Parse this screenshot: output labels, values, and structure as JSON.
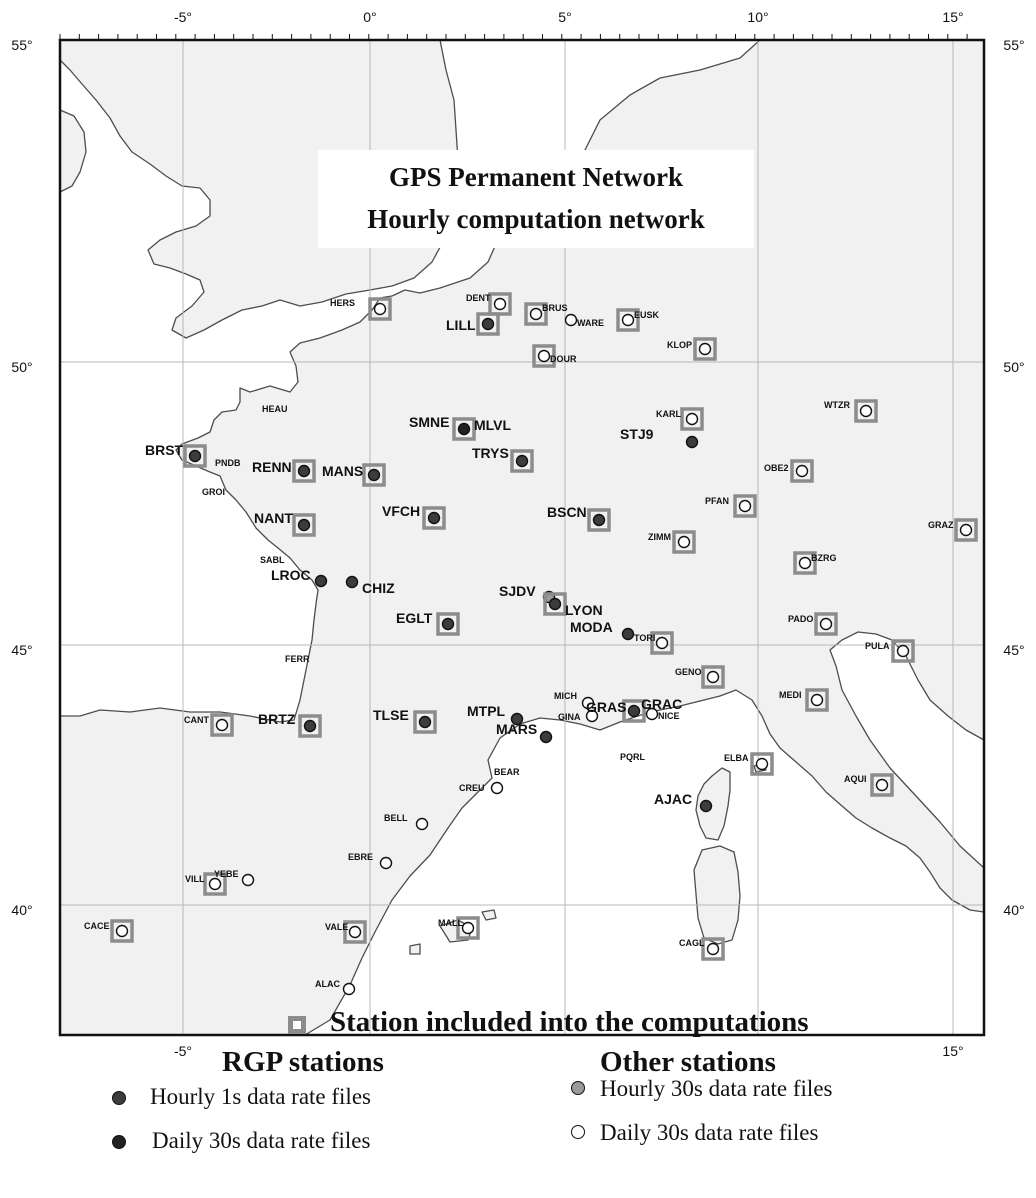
{
  "title": {
    "line1": "GPS Permanent Network",
    "line2": "Hourly computation network"
  },
  "axes": {
    "lon_ticks": [
      "-5°",
      "0°",
      "5°",
      "10°",
      "15°"
    ],
    "lat_ticks": [
      "55°",
      "50°",
      "45°",
      "40°"
    ]
  },
  "colors": {
    "land": "#f2f2f2",
    "sea": "#ffffff",
    "coast": "#555555",
    "grid": "#b8b8b8",
    "hourly_1s": "#3c3c3c",
    "daily_rgp": "#222222",
    "hourly_30s_other": "#9a9a9a",
    "daily_other": "#ffffff",
    "square": "#8c8c8c"
  },
  "stations": [
    {
      "code": "HERS",
      "type": "daily_other",
      "sq": true,
      "lbl": "small"
    },
    {
      "code": "DENT",
      "type": "daily_other",
      "sq": true,
      "lbl": "small"
    },
    {
      "code": "BRUS",
      "type": "daily_other",
      "sq": true,
      "lbl": "small"
    },
    {
      "code": "WARE",
      "type": "daily_other",
      "sq": false,
      "lbl": "small"
    },
    {
      "code": "EUSK",
      "type": "daily_other",
      "sq": true,
      "lbl": "small"
    },
    {
      "code": "LILL",
      "type": "hourly_1s",
      "sq": true,
      "lbl": "big"
    },
    {
      "code": "DOUR",
      "type": "daily_other",
      "sq": true,
      "lbl": "small"
    },
    {
      "code": "KLOP",
      "type": "daily_other",
      "sq": true,
      "lbl": "small"
    },
    {
      "code": "HEAU",
      "type": "none",
      "sq": false,
      "lbl": "small"
    },
    {
      "code": "WTZR",
      "type": "daily_other",
      "sq": true,
      "lbl": "small"
    },
    {
      "code": "KARL",
      "type": "daily_other",
      "sq": true,
      "lbl": "small"
    },
    {
      "code": "SMNE",
      "type": "daily_rgp",
      "sq": true,
      "lbl": "big"
    },
    {
      "code": "MLVL",
      "type": "none",
      "sq": false,
      "lbl": "big"
    },
    {
      "code": "STJ9",
      "type": "hourly_1s",
      "sq": false,
      "lbl": "big"
    },
    {
      "code": "BRST",
      "type": "hourly_1s",
      "sq": true,
      "lbl": "big"
    },
    {
      "code": "PNDB",
      "type": "none",
      "sq": false,
      "lbl": "small"
    },
    {
      "code": "RENN",
      "type": "hourly_1s",
      "sq": true,
      "lbl": "big"
    },
    {
      "code": "MANS",
      "type": "hourly_1s",
      "sq": true,
      "lbl": "big"
    },
    {
      "code": "TRYS",
      "type": "hourly_1s",
      "sq": true,
      "lbl": "big"
    },
    {
      "code": "OBE2",
      "type": "daily_other",
      "sq": true,
      "lbl": "small"
    },
    {
      "code": "GROI",
      "type": "none",
      "sq": false,
      "lbl": "small"
    },
    {
      "code": "PFAN",
      "type": "daily_other",
      "sq": true,
      "lbl": "small"
    },
    {
      "code": "NANT",
      "type": "hourly_1s",
      "sq": true,
      "lbl": "big"
    },
    {
      "code": "VFCH",
      "type": "hourly_1s",
      "sq": true,
      "lbl": "big"
    },
    {
      "code": "BSCN",
      "type": "hourly_1s",
      "sq": true,
      "lbl": "big"
    },
    {
      "code": "ZIMM",
      "type": "daily_other",
      "sq": true,
      "lbl": "small"
    },
    {
      "code": "GRAZ",
      "type": "daily_other",
      "sq": true,
      "lbl": "small"
    },
    {
      "code": "SABL",
      "type": "none",
      "sq": false,
      "lbl": "small"
    },
    {
      "code": "BZRG",
      "type": "daily_other",
      "sq": true,
      "lbl": "small"
    },
    {
      "code": "LROC",
      "type": "hourly_1s",
      "sq": false,
      "lbl": "big"
    },
    {
      "code": "CHIZ",
      "type": "hourly_1s",
      "sq": false,
      "lbl": "big"
    },
    {
      "code": "SJDV",
      "type": "hourly_30s_other",
      "sq": false,
      "lbl": "big"
    },
    {
      "code": "LYON",
      "type": "hourly_1s",
      "sq": true,
      "lbl": "big"
    },
    {
      "code": "EGLT",
      "type": "hourly_1s",
      "sq": true,
      "lbl": "big"
    },
    {
      "code": "PADO",
      "type": "daily_other",
      "sq": true,
      "lbl": "small"
    },
    {
      "code": "MODA",
      "type": "hourly_1s",
      "sq": false,
      "lbl": "big"
    },
    {
      "code": "TORI",
      "type": "daily_other",
      "sq": true,
      "lbl": "small"
    },
    {
      "code": "PULA",
      "type": "daily_other",
      "sq": true,
      "lbl": "small"
    },
    {
      "code": "FERR",
      "type": "none",
      "sq": false,
      "lbl": "small"
    },
    {
      "code": "GENO",
      "type": "daily_other",
      "sq": true,
      "lbl": "small"
    },
    {
      "code": "MEDI",
      "type": "daily_other",
      "sq": true,
      "lbl": "small"
    },
    {
      "code": "MICH",
      "type": "daily_other",
      "sq": false,
      "lbl": "small"
    },
    {
      "code": "GINA",
      "type": "daily_other",
      "sq": false,
      "lbl": "small"
    },
    {
      "code": "GRAS",
      "type": "hourly_1s",
      "sq": true,
      "lbl": "big"
    },
    {
      "code": "GRAC",
      "type": "none",
      "sq": false,
      "lbl": "big"
    },
    {
      "code": "NICE",
      "type": "daily_other",
      "sq": false,
      "lbl": "small"
    },
    {
      "code": "CANT",
      "type": "daily_other",
      "sq": true,
      "lbl": "small"
    },
    {
      "code": "BRTZ",
      "type": "hourly_1s",
      "sq": true,
      "lbl": "big"
    },
    {
      "code": "TLSE",
      "type": "hourly_1s",
      "sq": true,
      "lbl": "big"
    },
    {
      "code": "MTPL",
      "type": "hourly_1s",
      "sq": false,
      "lbl": "big"
    },
    {
      "code": "MARS",
      "type": "hourly_1s",
      "sq": false,
      "lbl": "big"
    },
    {
      "code": "PQRL",
      "type": "none",
      "sq": false,
      "lbl": "small"
    },
    {
      "code": "ELBA",
      "type": "daily_other",
      "sq": true,
      "lbl": "small"
    },
    {
      "code": "AQUI",
      "type": "daily_other",
      "sq": true,
      "lbl": "small"
    },
    {
      "code": "BEAR",
      "type": "none",
      "sq": false,
      "lbl": "small"
    },
    {
      "code": "CREU",
      "type": "daily_other",
      "sq": false,
      "lbl": "small"
    },
    {
      "code": "AJAC",
      "type": "hourly_1s",
      "sq": false,
      "lbl": "big"
    },
    {
      "code": "BELL",
      "type": "daily_other",
      "sq": false,
      "lbl": "small"
    },
    {
      "code": "EBRE",
      "type": "daily_other",
      "sq": false,
      "lbl": "small"
    },
    {
      "code": "VILL",
      "type": "daily_other",
      "sq": true,
      "lbl": "small"
    },
    {
      "code": "YEBE",
      "type": "daily_other",
      "sq": false,
      "lbl": "small"
    },
    {
      "code": "CACE",
      "type": "daily_other",
      "sq": true,
      "lbl": "small"
    },
    {
      "code": "VALE",
      "type": "daily_other",
      "sq": true,
      "lbl": "small"
    },
    {
      "code": "MALL",
      "type": "daily_other",
      "sq": true,
      "lbl": "small"
    },
    {
      "code": "CAGL",
      "type": "daily_other",
      "sq": true,
      "lbl": "small"
    },
    {
      "code": "ALAC",
      "type": "daily_other",
      "sq": false,
      "lbl": "small"
    }
  ],
  "legend": {
    "square_label": "Station included into the computations",
    "rgp_heading": "RGP stations",
    "other_heading": "Other stations",
    "rgp_items": [
      "Hourly 1s data rate files",
      "Daily 30s data rate files"
    ],
    "other_items": [
      "Hourly 30s data rate files",
      "Daily 30s data rate files"
    ]
  }
}
